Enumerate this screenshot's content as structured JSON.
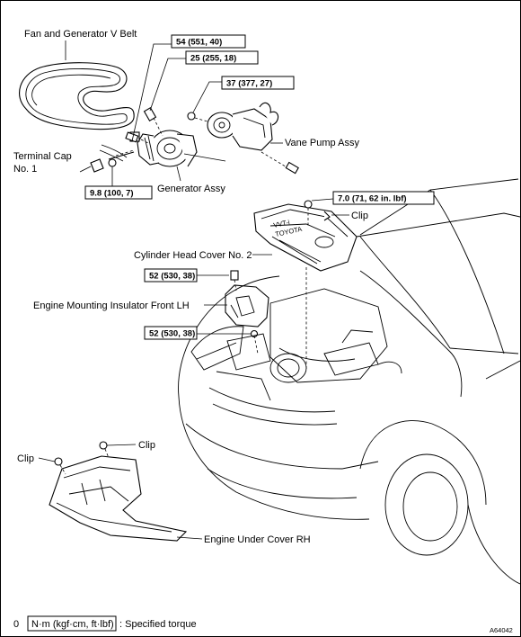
{
  "labels": {
    "fan_belt": "Fan and Generator V Belt",
    "terminal_cap_1": "Terminal Cap",
    "terminal_cap_2": "No. 1",
    "generator": "Generator Assy",
    "vane_pump": "Vane Pump Assy",
    "clip_top": "Clip",
    "cyl_head_cover": "Cylinder Head Cover No. 2",
    "mount_insulator": "Engine Mounting Insulator Front LH",
    "clip_left": "Clip",
    "clip_right": "Clip",
    "under_cover": "Engine Under Cover RH"
  },
  "torques": {
    "t1": "54 (551, 40)",
    "t2": "25 (255, 18)",
    "t3": "37 (377, 27)",
    "t4": "9.8 (100, 7)",
    "t5": "7.0 (71, 62 in. lbf)",
    "t6": "52 (530, 38)",
    "t7": "52 (530, 38)"
  },
  "legend": {
    "bullet": "0",
    "unit": "N·m (kgf·cm, ft·lbf)",
    "text": ": Specified torque"
  },
  "figure_id": "A64042"
}
